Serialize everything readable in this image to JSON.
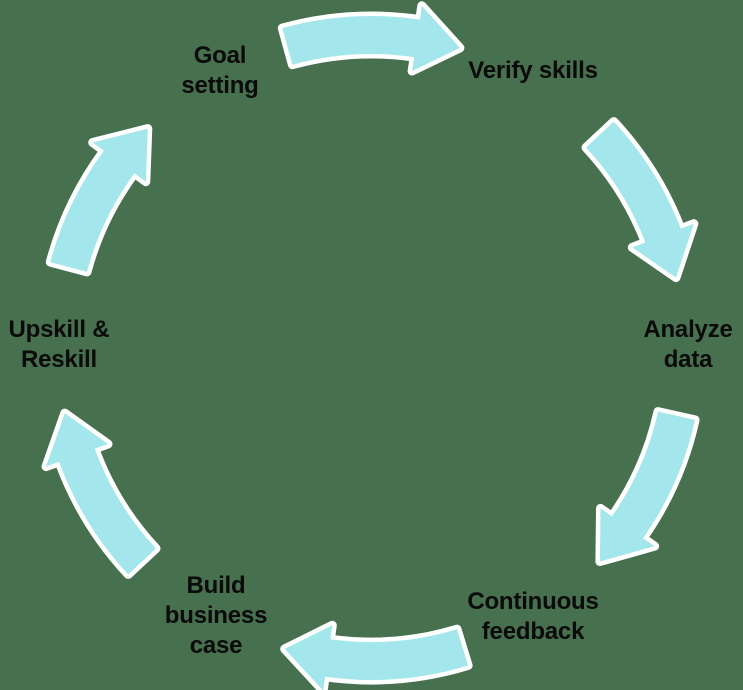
{
  "diagram": {
    "type": "cycle",
    "direction": "clockwise",
    "stages": [
      {
        "id": "goal-setting",
        "label": "Goal\nsetting"
      },
      {
        "id": "verify-skills",
        "label": "Verify skills"
      },
      {
        "id": "analyze-data",
        "label": "Analyze\ndata"
      },
      {
        "id": "continuous-feedback",
        "label": "Continuous\nfeedback"
      },
      {
        "id": "build-business-case",
        "label": "Build\nbusiness\ncase"
      },
      {
        "id": "upskill-reskill",
        "label": "Upskill &\nReskill"
      }
    ],
    "arrows": [
      {
        "id": "goal-setting-to-verify-skills",
        "from": "Goal setting",
        "to": "Verify skills"
      },
      {
        "id": "verify-skills-to-analyze-data",
        "from": "Verify skills",
        "to": "Analyze data"
      },
      {
        "id": "analyze-data-to-continuous-feedback",
        "from": "Analyze data",
        "to": "Continuous feedback"
      },
      {
        "id": "continuous-feedback-to-build-business-case",
        "from": "Continuous feedback",
        "to": "Build business case"
      },
      {
        "id": "build-business-case-to-upskill-reskill",
        "from": "Build business case",
        "to": "Upskill & Reskill"
      },
      {
        "id": "upskill-reskill-to-goal-setting",
        "from": "Upskill & Reskill",
        "to": "Goal setting"
      }
    ],
    "colors": {
      "arrow_fill": "#A3E6EC",
      "arrow_outline": "#FFFFFF",
      "text": "#0A0A0A",
      "background": "#46704E"
    }
  }
}
